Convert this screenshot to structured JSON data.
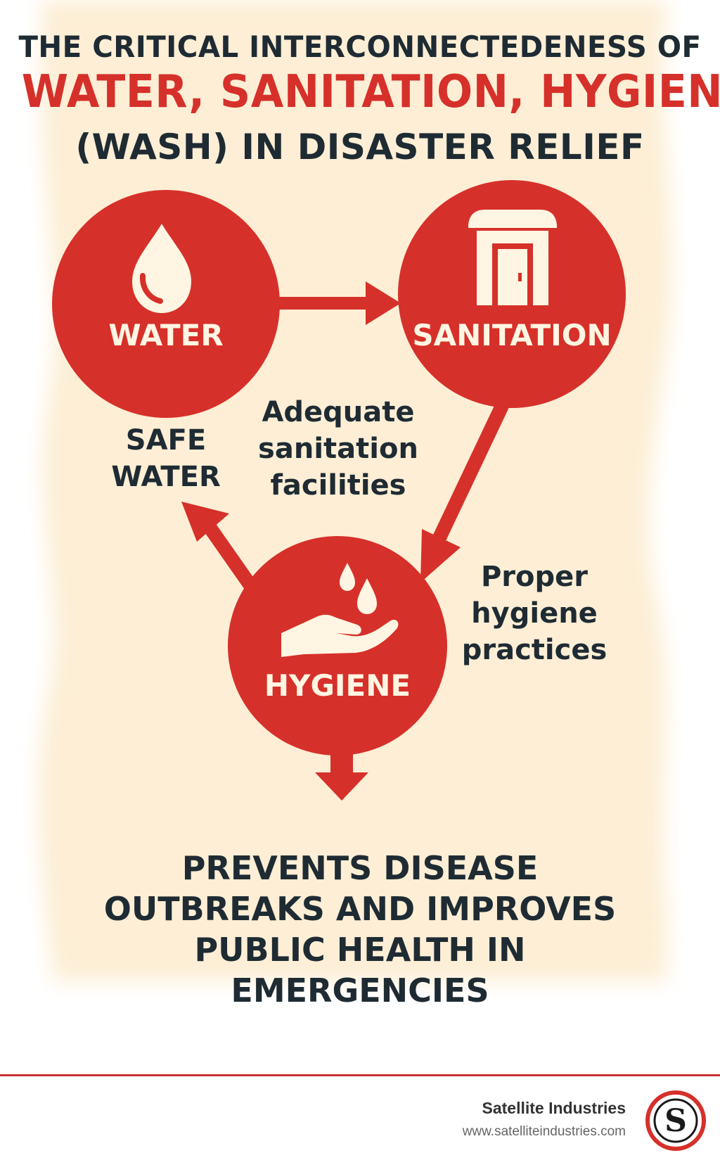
{
  "title": {
    "line1": "THE CRITICAL INTERCONNECTEDENESS OF",
    "line2": "WATER, SANITATION, HYGIENE",
    "line3": "(WASH) IN DISASTER RELIEF"
  },
  "nodes": {
    "water": {
      "label": "WATER",
      "icon": "water-drop-icon"
    },
    "sanitation": {
      "label": "SANITATION",
      "icon": "portable-toilet-icon"
    },
    "hygiene": {
      "label": "HYGIENE",
      "icon": "hand-washing-icon"
    }
  },
  "connections": {
    "safe_water": "SAFE WATER",
    "adequate_sanitation": "Adequate sanitation facilities",
    "proper_hygiene": "Proper hygiene practices"
  },
  "outcome": "PREVENTS DISEASE OUTBREAKS AND IMPROVES PUBLIC HEALTH IN EMERGENCIES",
  "footer": {
    "company": "Satellite Industries",
    "url": "www.satelliteindustries.com",
    "logo_letter": "S"
  },
  "colors": {
    "accent_red": "#d6302a",
    "background_cream": "#fdeed5",
    "text_dark": "#1f2b33",
    "node_text": "#fff5e2"
  }
}
